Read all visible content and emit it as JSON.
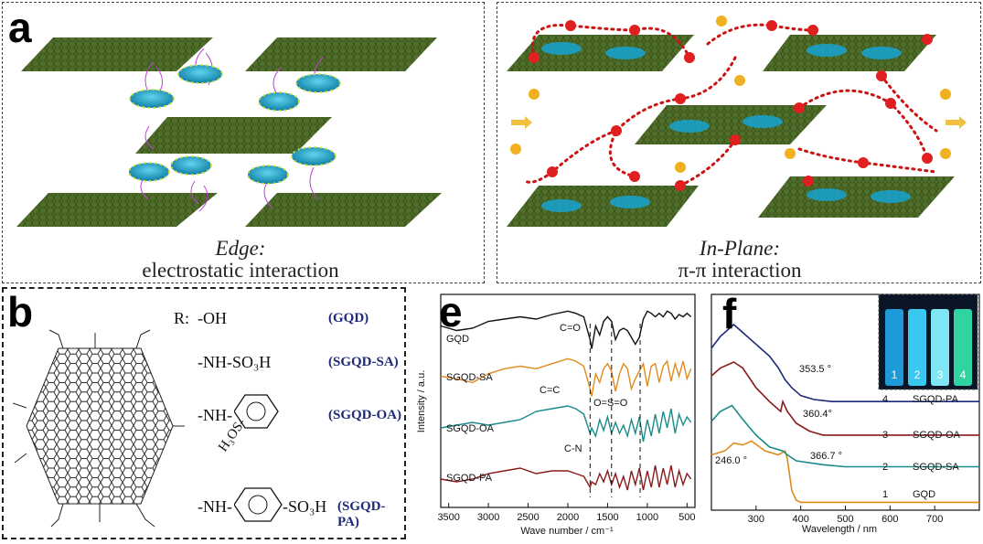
{
  "panel_a": {
    "label": "a",
    "caption_line1": "Edge:",
    "caption_line2": "electrostatic interaction"
  },
  "panel_c": {
    "caption_line1": "In-Plane:",
    "caption_line2": "π-π interaction"
  },
  "panel_b": {
    "label": "b",
    "r_prefix": "R:",
    "rows": [
      {
        "group": "-OH",
        "name": "(GQD)"
      },
      {
        "group": "-NH-SO₃H",
        "name": "(SGQD-SA)"
      },
      {
        "group": "-NH-",
        "substituent": "H₃OS-",
        "name": "(SGQD-OA)"
      },
      {
        "group": "-NH-",
        "group_suffix": "-SO₃H",
        "name": "(SGQD-PA)"
      }
    ]
  },
  "panel_e": {
    "label": "e",
    "annotations": [
      "C=O",
      "C=C",
      "O=S=O",
      "C-N"
    ]
  },
  "panel_f": {
    "label": "f",
    "inset_labels": [
      "1",
      "2",
      "3",
      "4"
    ],
    "peak_annotations": [
      "353.5 °",
      "360.4°",
      "366.7 °",
      "246.0 °"
    ]
  },
  "colors": {
    "gqd": "#111111",
    "sgqd_sa": "#e08a1e",
    "sgqd_oa": "#1a8a8a",
    "sgqd_pa": "#8a1a1a",
    "sgqd_pa_uv": "#1c2a7a",
    "graphene": "#4d6b2a",
    "dot": "#1aa7c9",
    "interaction": "#c040d8",
    "water_o": "#e02020",
    "water_link": "#cc1111"
  },
  "chart_data": [
    {
      "type": "line",
      "panel": "e",
      "xlabel": "Wave number / cm⁻¹",
      "ylabel": "Intensity / a.u.",
      "xlim": [
        3600,
        400
      ],
      "x_ticks": [
        3500,
        3000,
        2500,
        2000,
        1500,
        1000,
        500
      ],
      "series": [
        {
          "name": "GQD",
          "x": [
            3600,
            3400,
            3200,
            3000,
            2800,
            2600,
            2400,
            2200,
            2000,
            1900,
            1800,
            1720,
            1700,
            1650,
            1600,
            1550,
            1500,
            1450,
            1400,
            1350,
            1300,
            1250,
            1200,
            1150,
            1100,
            1050,
            1000,
            950,
            900,
            850,
            800,
            750,
            700,
            650,
            600,
            550,
            500,
            450
          ],
          "y": [
            0.82,
            0.78,
            0.8,
            0.86,
            0.88,
            0.9,
            0.88,
            0.92,
            0.95,
            0.93,
            0.9,
            0.7,
            0.62,
            0.82,
            0.74,
            0.86,
            0.9,
            0.86,
            0.7,
            0.78,
            0.8,
            0.78,
            0.72,
            0.66,
            0.72,
            0.88,
            0.95,
            0.93,
            0.9,
            0.93,
            0.9,
            0.95,
            0.93,
            0.88,
            0.92,
            0.9,
            0.93,
            0.9
          ]
        },
        {
          "name": "SGQD-SA",
          "x": [
            3600,
            3400,
            3200,
            3000,
            2800,
            2600,
            2400,
            2200,
            2000,
            1900,
            1800,
            1720,
            1700,
            1650,
            1600,
            1550,
            1500,
            1450,
            1400,
            1350,
            1300,
            1250,
            1200,
            1150,
            1100,
            1050,
            1000,
            950,
            900,
            850,
            800,
            750,
            700,
            650,
            600,
            550,
            500,
            450
          ],
          "y": [
            0.6,
            0.58,
            0.55,
            0.62,
            0.66,
            0.68,
            0.66,
            0.7,
            0.74,
            0.72,
            0.68,
            0.5,
            0.44,
            0.62,
            0.55,
            0.66,
            0.7,
            0.64,
            0.48,
            0.62,
            0.7,
            0.66,
            0.5,
            0.58,
            0.64,
            0.7,
            0.52,
            0.68,
            0.7,
            0.55,
            0.68,
            0.72,
            0.56,
            0.7,
            0.6,
            0.72,
            0.58,
            0.66
          ]
        },
        {
          "name": "SGQD-OA",
          "x": [
            3600,
            3400,
            3200,
            3000,
            2800,
            2600,
            2400,
            2200,
            2000,
            1900,
            1800,
            1720,
            1700,
            1650,
            1600,
            1550,
            1500,
            1450,
            1400,
            1350,
            1300,
            1250,
            1200,
            1150,
            1100,
            1050,
            1000,
            950,
            900,
            850,
            800,
            750,
            700,
            650,
            600,
            550,
            500,
            450
          ],
          "y": [
            0.34,
            0.36,
            0.38,
            0.36,
            0.38,
            0.4,
            0.46,
            0.48,
            0.5,
            0.48,
            0.44,
            0.3,
            0.34,
            0.28,
            0.4,
            0.32,
            0.42,
            0.3,
            0.38,
            0.3,
            0.36,
            0.28,
            0.4,
            0.3,
            0.42,
            0.24,
            0.4,
            0.28,
            0.44,
            0.3,
            0.46,
            0.34,
            0.48,
            0.3,
            0.44,
            0.36,
            0.42,
            0.38
          ]
        },
        {
          "name": "SGQD-PA",
          "x": [
            3600,
            3400,
            3200,
            3000,
            2800,
            2600,
            2400,
            2200,
            2000,
            1900,
            1800,
            1720,
            1700,
            1650,
            1600,
            1550,
            1500,
            1450,
            1400,
            1350,
            1300,
            1250,
            1200,
            1150,
            1100,
            1050,
            1000,
            950,
            900,
            850,
            800,
            750,
            700,
            650,
            600,
            550,
            500,
            450
          ],
          "y": [
            0.1,
            0.08,
            0.1,
            0.14,
            0.16,
            0.18,
            0.14,
            0.16,
            0.16,
            0.14,
            0.12,
            0.04,
            0.08,
            0.06,
            0.14,
            0.08,
            0.16,
            0.06,
            0.14,
            0.04,
            0.12,
            0.02,
            0.16,
            0.06,
            0.18,
            0.02,
            0.16,
            0.04,
            0.2,
            0.04,
            0.18,
            0.06,
            0.2,
            0.04,
            0.16,
            0.06,
            0.14,
            0.1
          ]
        }
      ]
    },
    {
      "type": "line",
      "panel": "f",
      "xlabel": "Wavelength / nm",
      "ylabel": "",
      "xlim": [
        200,
        800
      ],
      "x_ticks": [
        300,
        400,
        500,
        600,
        700
      ],
      "series": [
        {
          "name": "GQD",
          "x": [
            200,
            230,
            250,
            270,
            290,
            320,
            350,
            365,
            370,
            380,
            390,
            400,
            450,
            500,
            600,
            700,
            800
          ],
          "y": [
            0.28,
            0.3,
            0.34,
            0.33,
            0.35,
            0.3,
            0.28,
            0.3,
            0.26,
            0.1,
            0.05,
            0.04,
            0.04,
            0.04,
            0.04,
            0.04,
            0.04
          ]
        },
        {
          "name": "SGQD-SA",
          "x": [
            200,
            220,
            246,
            270,
            300,
            330,
            360,
            370,
            390,
            420,
            450,
            500,
            600,
            700,
            800
          ],
          "y": [
            0.45,
            0.5,
            0.53,
            0.46,
            0.38,
            0.32,
            0.3,
            0.28,
            0.25,
            0.24,
            0.23,
            0.22,
            0.22,
            0.22,
            0.22
          ]
        },
        {
          "name": "SGQD-OA",
          "x": [
            200,
            220,
            250,
            270,
            300,
            330,
            355,
            360,
            370,
            390,
            420,
            450,
            500,
            600,
            700,
            800
          ],
          "y": [
            0.68,
            0.72,
            0.75,
            0.72,
            0.62,
            0.55,
            0.5,
            0.55,
            0.5,
            0.44,
            0.4,
            0.38,
            0.38,
            0.38,
            0.38,
            0.38
          ]
        },
        {
          "name": "SGQD-PA",
          "x": [
            200,
            220,
            250,
            270,
            290,
            310,
            330,
            350,
            355,
            365,
            380,
            400,
            430,
            470,
            500,
            600,
            700,
            800
          ],
          "y": [
            0.82,
            0.88,
            0.94,
            0.9,
            0.86,
            0.82,
            0.78,
            0.72,
            0.7,
            0.66,
            0.62,
            0.58,
            0.56,
            0.55,
            0.55,
            0.55,
            0.55,
            0.55
          ]
        }
      ]
    }
  ]
}
